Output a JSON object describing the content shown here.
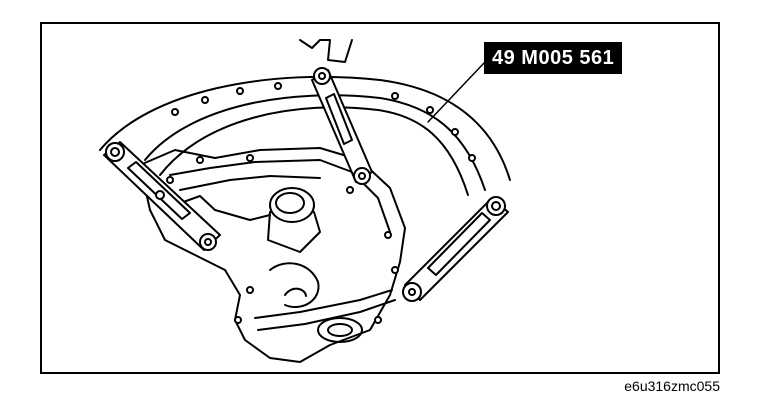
{
  "figure": {
    "part_number": "49 M005 561",
    "image_code": "e6u316zmc055"
  },
  "icons": {
    "drawing": "engine-front-cover-with-special-tool-illustration"
  }
}
